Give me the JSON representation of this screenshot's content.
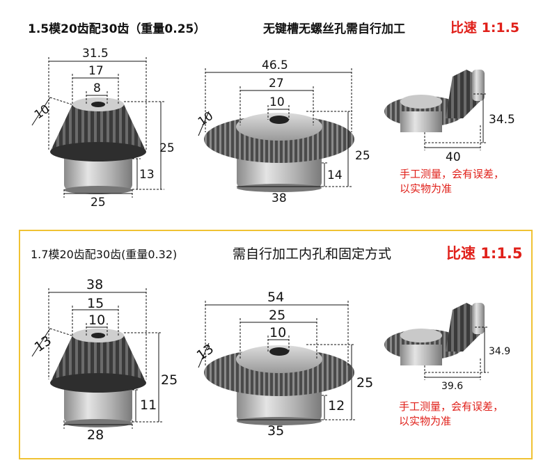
{
  "colors": {
    "accent_red": "#e0201a",
    "frame_yellow": "#f0c233",
    "gear_dark": "#3a3a3a",
    "gear_light": "#bdbdbd"
  },
  "section1": {
    "spec": "1.5模20齿配30齿（重量0.25）",
    "note": "无键槽无螺丝孔需自行加工",
    "ratio": "比速 1:1.5",
    "small_gear_dims": {
      "outer": "31.5",
      "mid": "17",
      "bore": "8",
      "tooth": "10",
      "height": "25",
      "hub": "13",
      "hub_dia": "25"
    },
    "large_gear_dims": {
      "outer": "46.5",
      "mid": "27",
      "bore": "10",
      "tooth": "10",
      "height": "25",
      "hub": "14",
      "hub_dia": "38"
    },
    "pair_dims": {
      "height": "34.5",
      "width": "40"
    },
    "measure_note_line1": "手工测量，会有误差，",
    "measure_note_line2": "以实物为准"
  },
  "section2": {
    "spec": "1.7模20齿配30齿(重量0.32)",
    "note": "需自行加工内孔和固定方式",
    "ratio": "比速 1:1.5",
    "small_gear_dims": {
      "outer": "38",
      "mid": "15",
      "bore": "10",
      "tooth": "13",
      "height": "25",
      "hub": "11",
      "hub_dia": "28"
    },
    "large_gear_dims": {
      "outer": "54",
      "mid": "25",
      "bore": "10",
      "tooth": "13",
      "height": "25",
      "hub": "12",
      "hub_dia": "35"
    },
    "pair_dims": {
      "height": "34.9",
      "width": "39.6"
    },
    "measure_note_line1": "手工测量，会有误差，",
    "measure_note_line2": "以实物为准"
  }
}
